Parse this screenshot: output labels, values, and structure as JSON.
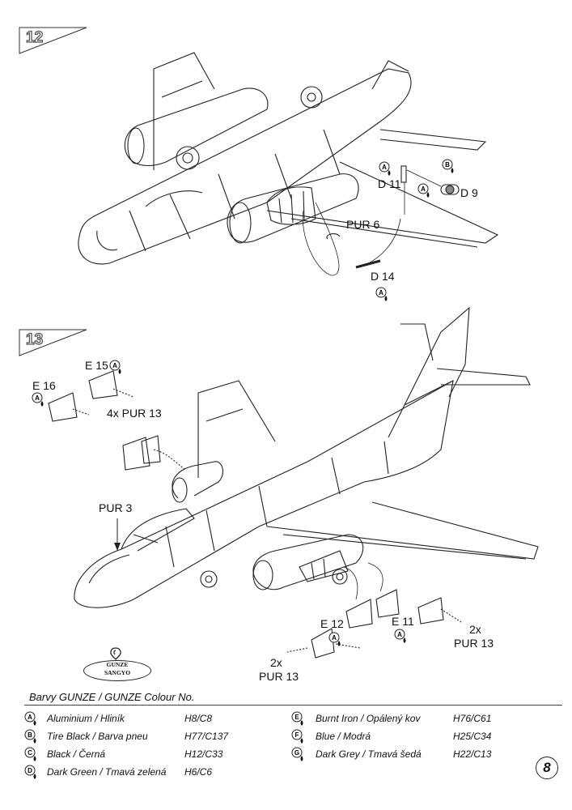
{
  "page_number": "8",
  "steps": [
    {
      "number": "12",
      "labels": [
        {
          "id": "d11",
          "text": "D 11"
        },
        {
          "id": "d9",
          "text": "D 9"
        },
        {
          "id": "pur6",
          "text": "PUR 6"
        },
        {
          "id": "d14",
          "text": "D 14"
        }
      ],
      "paint_refs": [
        "A",
        "A",
        "B",
        "A"
      ]
    },
    {
      "number": "13",
      "labels": [
        {
          "id": "e15",
          "text": "E 15"
        },
        {
          "id": "e16",
          "text": "E 16"
        },
        {
          "id": "pur13a",
          "text": "4x PUR 13"
        },
        {
          "id": "pur3",
          "text": "PUR 3"
        },
        {
          "id": "e12",
          "text": "E 12"
        },
        {
          "id": "e11",
          "text": "E 11"
        },
        {
          "id": "x2a",
          "text": "2x"
        },
        {
          "id": "pur13b",
          "text": "PUR 13"
        },
        {
          "id": "x2b",
          "text": "2x"
        },
        {
          "id": "pur13c",
          "text": "PUR 13"
        }
      ],
      "paint_refs": [
        "A",
        "A",
        "A"
      ]
    }
  ],
  "logo": {
    "line1": "GUNZE",
    "line2": "SANGYO"
  },
  "legend": {
    "header": "Barvy GUNZE / GUNZE      Colour No.",
    "left": [
      {
        "letter": "A",
        "name": "Aluminium / Hliník",
        "code": "H8/C8"
      },
      {
        "letter": "B",
        "name": "Tire Black / Barva pneu",
        "code": "H77/C137"
      },
      {
        "letter": "C",
        "name": "Black / Černá",
        "code": "H12/C33"
      },
      {
        "letter": "D",
        "name": "Dark Green / Tmavá zelená",
        "code": "H6/C6"
      }
    ],
    "right": [
      {
        "letter": "E",
        "name": "Burnt Iron / Opálený kov",
        "code": "H76/C61"
      },
      {
        "letter": "F",
        "name": "Blue / Modrá",
        "code": "H25/C34"
      },
      {
        "letter": "G",
        "name": "Dark Grey / Tmavá šedá",
        "code": "H22/C13"
      }
    ]
  }
}
